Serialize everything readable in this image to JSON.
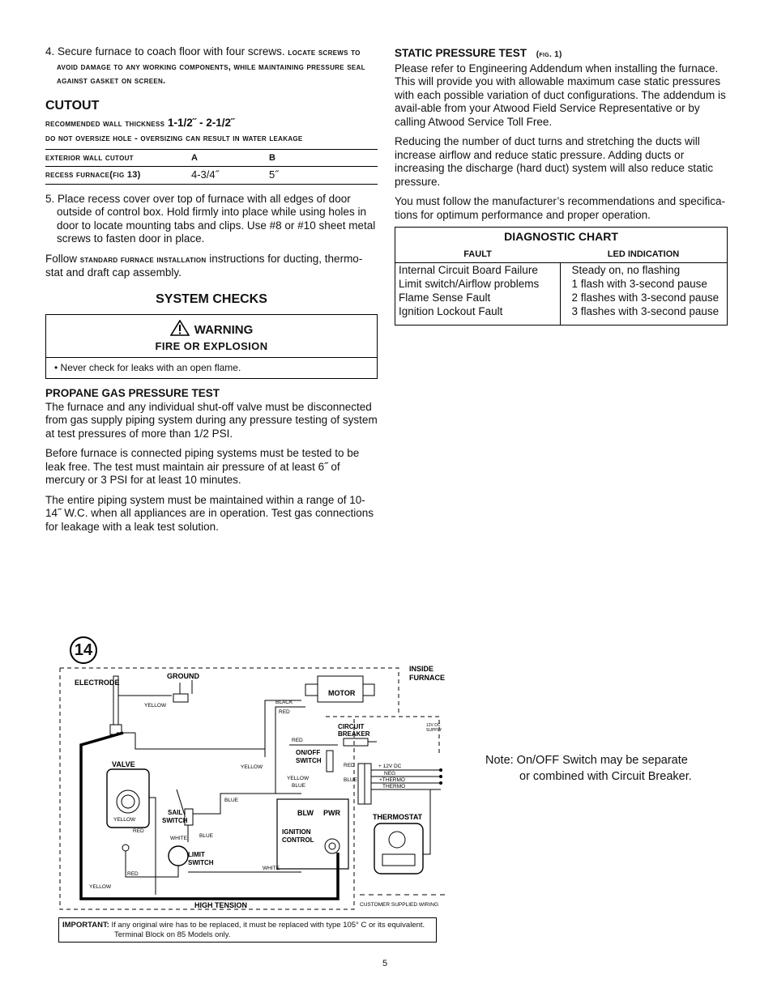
{
  "step4": {
    "lead": "4. Secure furnace to coach floor with four screws.",
    "caps": "locate screws to avoid damage to any working components, while maintaining pressure seal against gasket on screen."
  },
  "cutout": {
    "heading": "CUTOUT",
    "thickness_label": "recommended wall thickness",
    "thickness_value": "1-1/2˝ - 2-1/2˝",
    "warning_caps": "do not oversize hole - oversizing can result in water leakage",
    "table": {
      "h0": "exterior wall cutout",
      "h1": "A",
      "h2": "B",
      "r0": "recess furnace",
      "r0_ref": "(fig 13)",
      "r1": "4-3/4˝",
      "r2": "5˝"
    }
  },
  "step5": "5. Place recess cover over top of furnace with all edges of door outside of control box. Hold firmly into place while using holes in door to locate mounting tabs and clips. Use #8 or #10 sheet metal screws to fasten door in place.",
  "follow": {
    "pre": "Follow",
    "caps": "standard furnace installation",
    "post": "instructions for ducting, thermo-stat and draft cap assembly."
  },
  "system_checks": {
    "heading": "SYSTEM CHECKS",
    "warning_title": "WARNING",
    "warning_sub": "FIRE OR EXPLOSION",
    "warning_body": "• Never check for leaks with an open flame."
  },
  "propane": {
    "heading": "PROPANE GAS PRESSURE TEST",
    "p1": "The furnace and any individual shut-off valve must be disconnected from gas supply piping system during any pressure testing of system at test pressures of more than 1/2 PSI.",
    "p2": "Before furnace is connected piping systems must be tested to be leak free. The test must maintain air pressure of at least 6˝ of mercury or 3 PSI for at least 10 minutes.",
    "p3": "The entire piping system must be maintained within a range of 10-14˝ W.C. when all appliances are in operation. Test gas connections for leakage with a leak test solution."
  },
  "static": {
    "heading": "STATIC PRESSURE TEST",
    "ref": "(fig. 1)",
    "p1": "Please refer to Engineering Addendum when installing the furnace. This will provide you with allowable maximum case static pressures with each possible variation of duct configurations. The addendum is avail-able from your Atwood Field Service Representative or by calling Atwood Service Toll Free.",
    "p2": "Reducing the number of duct turns and stretching the ducts will increase airflow and reduce static pressure. Adding ducts or increasing the discharge (hard duct) system will also reduce static pressure.",
    "p3": "You must follow the manufacturer’s recommendations and specifica-tions for optimum performance and proper operation."
  },
  "diagnostic": {
    "title": "DIAGNOSTIC CHART",
    "col_fault": "FAULT",
    "col_led": "LED INDICATION",
    "rows": [
      {
        "fault": "Internal Circuit Board Failure",
        "led": "Steady on, no flashing"
      },
      {
        "fault": "Limit switch/Airflow problems",
        "led": "1 flash with 3-second pause"
      },
      {
        "fault": "Flame Sense Fault",
        "led": "2 flashes with 3-second pause"
      },
      {
        "fault": "Ignition Lockout Fault",
        "led": "3 flashes with 3-second pause"
      }
    ]
  },
  "figure": {
    "number": "14",
    "labels": {
      "electrode": "ELECTRODE",
      "ground": "GROUND",
      "inside": "INSIDE",
      "furnace": "FURNACE",
      "motor": "MOTOR",
      "black": "BLACK",
      "red": "RED",
      "yellow": "YELLOW",
      "blue": "BLUE",
      "white": "WHITE",
      "circuit": "CIRCUIT",
      "breaker": "BREAKER",
      "supply1": "12V DC",
      "supply2": "SUPPLY",
      "onoff": "ON/OFF",
      "switch": "SWITCH",
      "valve": "VALVE",
      "sail": "SAIL",
      "limit": "LIMIT",
      "blw": "BLW",
      "pwr": "PWR",
      "ignition": "IGNITION",
      "control": "CONTROL",
      "t_pos": "+ 12V DC",
      "t_neg": "NEG",
      "t_thermo_p": "+THERMO",
      "t_thermo": "THERMO",
      "thermostat": "THERMOSTAT",
      "high_tension": "HIGH TENSION",
      "customer": "CUSTOMER SUPPLIED WIRING"
    }
  },
  "note": {
    "line1": "Note: On/OFF Switch may be separate",
    "line2": "or combined with Circuit Breaker."
  },
  "important": {
    "label": "IMPORTANT:",
    "line1": "If any original wire has to be replaced, it must be replaced with type 105° C or its equivalent.",
    "line2": "Terminal Block on 85 Models only."
  },
  "page_number": "5"
}
